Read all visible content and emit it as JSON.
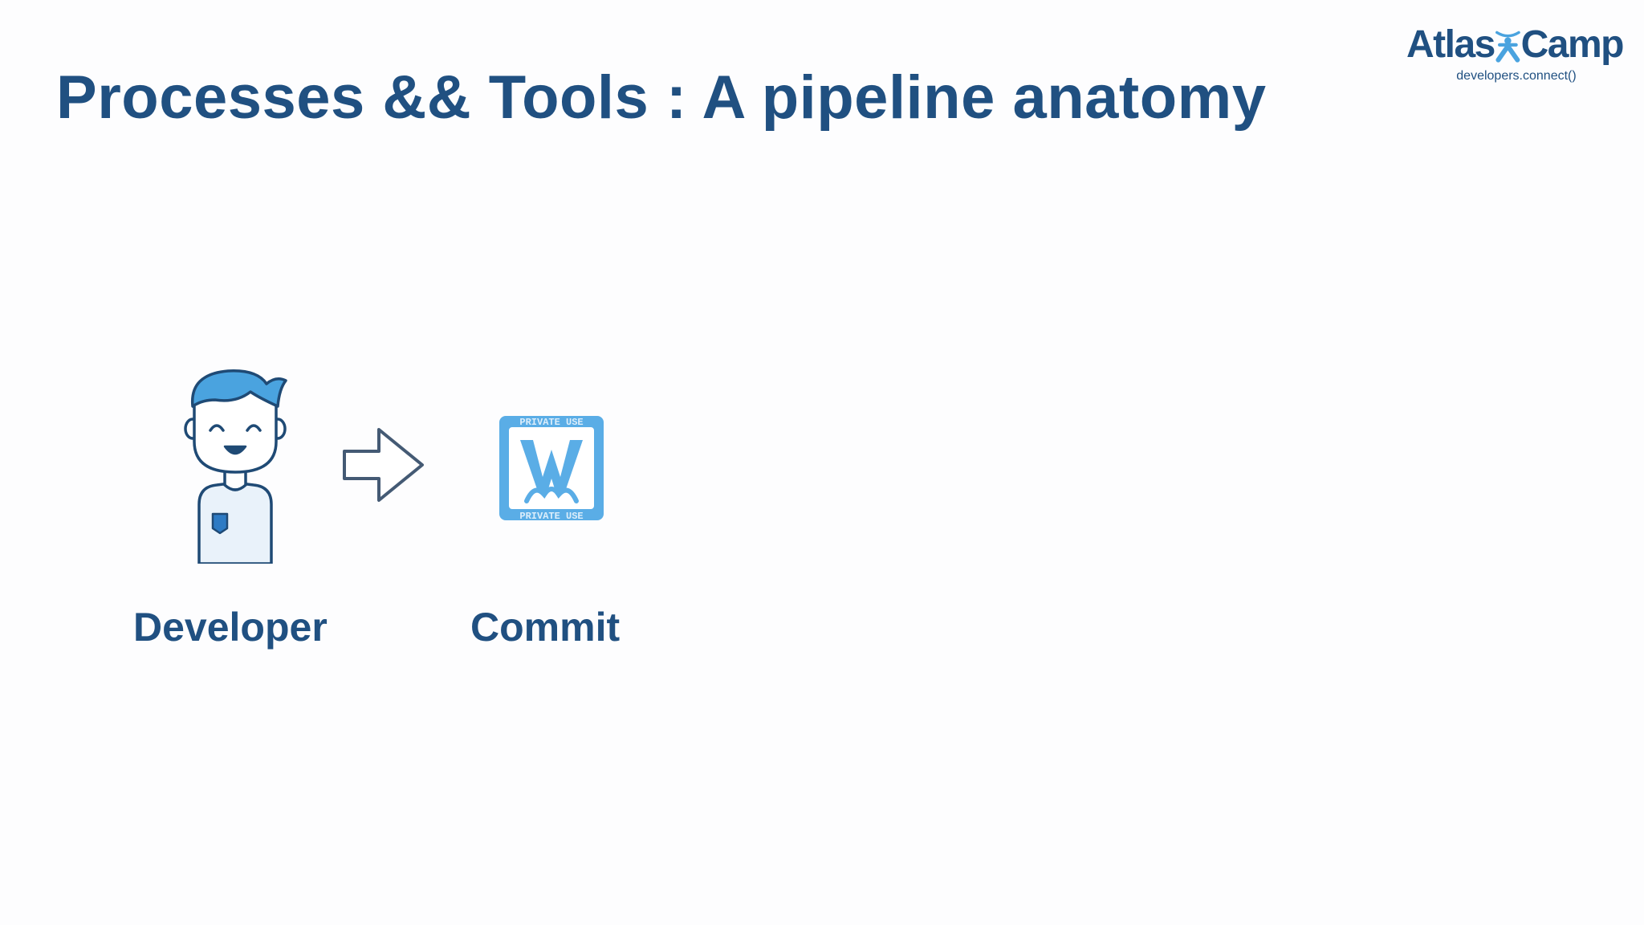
{
  "slide": {
    "title": "Processes && Tools : A pipeline anatomy"
  },
  "logo": {
    "word_left": "Atlas",
    "word_right": "Camp",
    "tagline": "developers.connect()"
  },
  "pipeline": {
    "steps": [
      {
        "label": "Developer",
        "icon": "developer-person-icon"
      },
      {
        "label": "Commit",
        "icon": "commit-stamp-icon"
      }
    ],
    "connector_icon": "right-arrow-icon",
    "stamp_text_top": "PRIVATE USE",
    "stamp_text_bottom": "PRIVATE USE"
  },
  "colors": {
    "primary": "#205081",
    "accent": "#4aa3df",
    "stroke": "#1f4a75",
    "shirt": "#e9f2fa",
    "background": "#fdfdfe"
  }
}
